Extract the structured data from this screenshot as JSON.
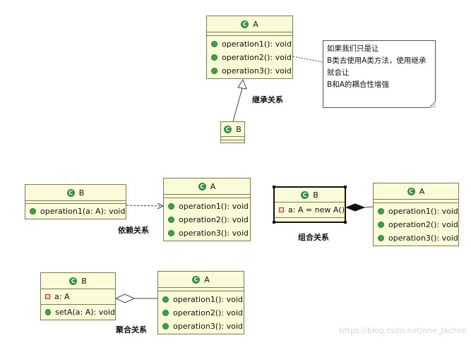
{
  "inheritance": {
    "class_a": {
      "name": "A",
      "operations": [
        "operation1(): void",
        "operation2(): void",
        "operation3(): void"
      ]
    },
    "class_b": {
      "name": "B"
    },
    "relation_label": "继承关系",
    "note": {
      "lines": [
        "如果我们只是让",
        "B类去使用A类方法，使用继承",
        "就会让",
        "B和A的耦合性增强"
      ]
    }
  },
  "dependency": {
    "class_b": {
      "name": "B",
      "operations": [
        "operation1(a: A): void"
      ]
    },
    "class_a": {
      "name": "A",
      "operations": [
        "operation1(): void",
        "operation2(): void",
        "operation3(): void"
      ]
    },
    "relation_label": "依赖关系"
  },
  "composition": {
    "class_b": {
      "name": "B",
      "attributes": [
        "a: A = new A()"
      ]
    },
    "class_a": {
      "name": "A",
      "operations": [
        "operation1(): void",
        "operation2(): void",
        "operation3(): void"
      ]
    },
    "relation_label": "组合关系"
  },
  "aggregation": {
    "class_b": {
      "name": "B",
      "attributes": [
        "a: A"
      ],
      "operations": [
        "setA(a: A): void"
      ]
    },
    "class_a": {
      "name": "A",
      "operations": [
        "operation1(): void",
        "operation2(): void",
        "operation3(): void"
      ]
    },
    "relation_label": "聚合关系"
  },
  "watermark": "https://blog.csdn.net/one_Jachen",
  "colors": {
    "class_fill": "#fbfbd7",
    "class_border": "#7b7b54",
    "class_icon": "#2f8f45",
    "operation_icon": "#3aa04a",
    "attribute_icon": "#c03030"
  }
}
